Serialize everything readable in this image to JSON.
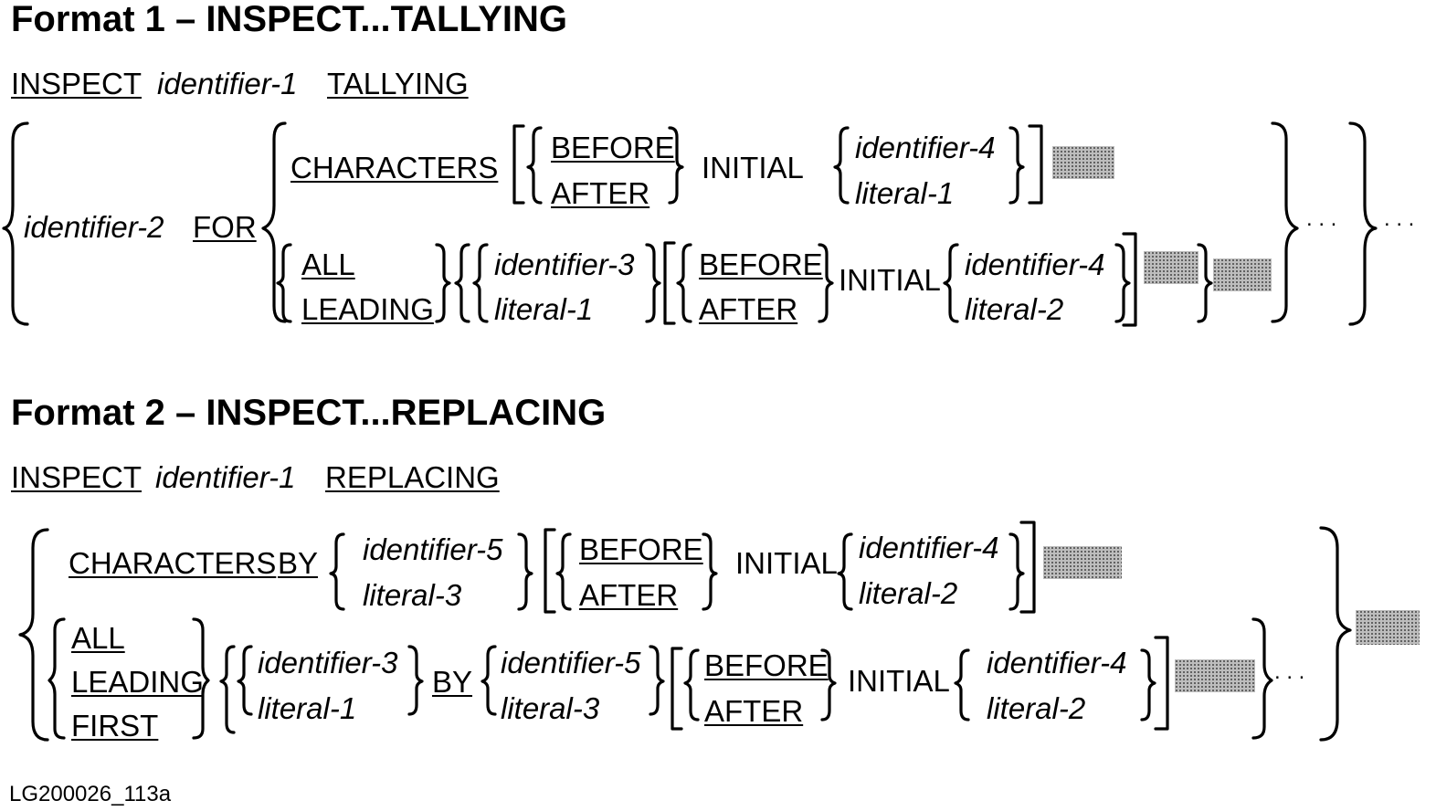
{
  "format1": {
    "heading": "Format 1 – INSPECT...TALLYING",
    "lead": {
      "kw1": "INSPECT",
      "id1": "identifier-1",
      "kw2": "TALLYING"
    },
    "id2": "identifier-2",
    "for": "FOR",
    "row1": {
      "characters": "CHARACTERS",
      "before": "BEFORE",
      "after": "AFTER",
      "initial": "INITIAL",
      "id4": "identifier-4",
      "lit1": "literal-1"
    },
    "row2": {
      "all": "ALL",
      "leading": "LEADING",
      "id3": "identifier-3",
      "lit1": "literal-1",
      "before": "BEFORE",
      "after": "AFTER",
      "initial": "INITIAL",
      "id4": "identifier-4",
      "lit2": "literal-2"
    },
    "ellipsis1": ". . .",
    "ellipsis2": ". . ."
  },
  "format2": {
    "heading": "Format 2 – INSPECT...REPLACING",
    "lead": {
      "kw1": "INSPECT",
      "id1": "identifier-1",
      "kw2": "REPLACING"
    },
    "row1": {
      "characters": "CHARACTERS",
      "by": "BY",
      "id5": "identifier-5",
      "lit3": "literal-3",
      "before": "BEFORE",
      "after": "AFTER",
      "initial": "INITIAL",
      "id4": "identifier-4",
      "lit2": "literal-2"
    },
    "row2": {
      "all": "ALL",
      "leading": "LEADING",
      "first": "FIRST",
      "id3": "identifier-3",
      "lit1": "literal-1",
      "by": "BY",
      "id5": "identifier-5",
      "lit3": "literal-3",
      "before": "BEFORE",
      "after": "AFTER",
      "initial": "INITIAL",
      "id4": "identifier-4",
      "lit2": "literal-2"
    },
    "ellipsis": ". . ."
  },
  "figure_code": "LG200026_113a"
}
